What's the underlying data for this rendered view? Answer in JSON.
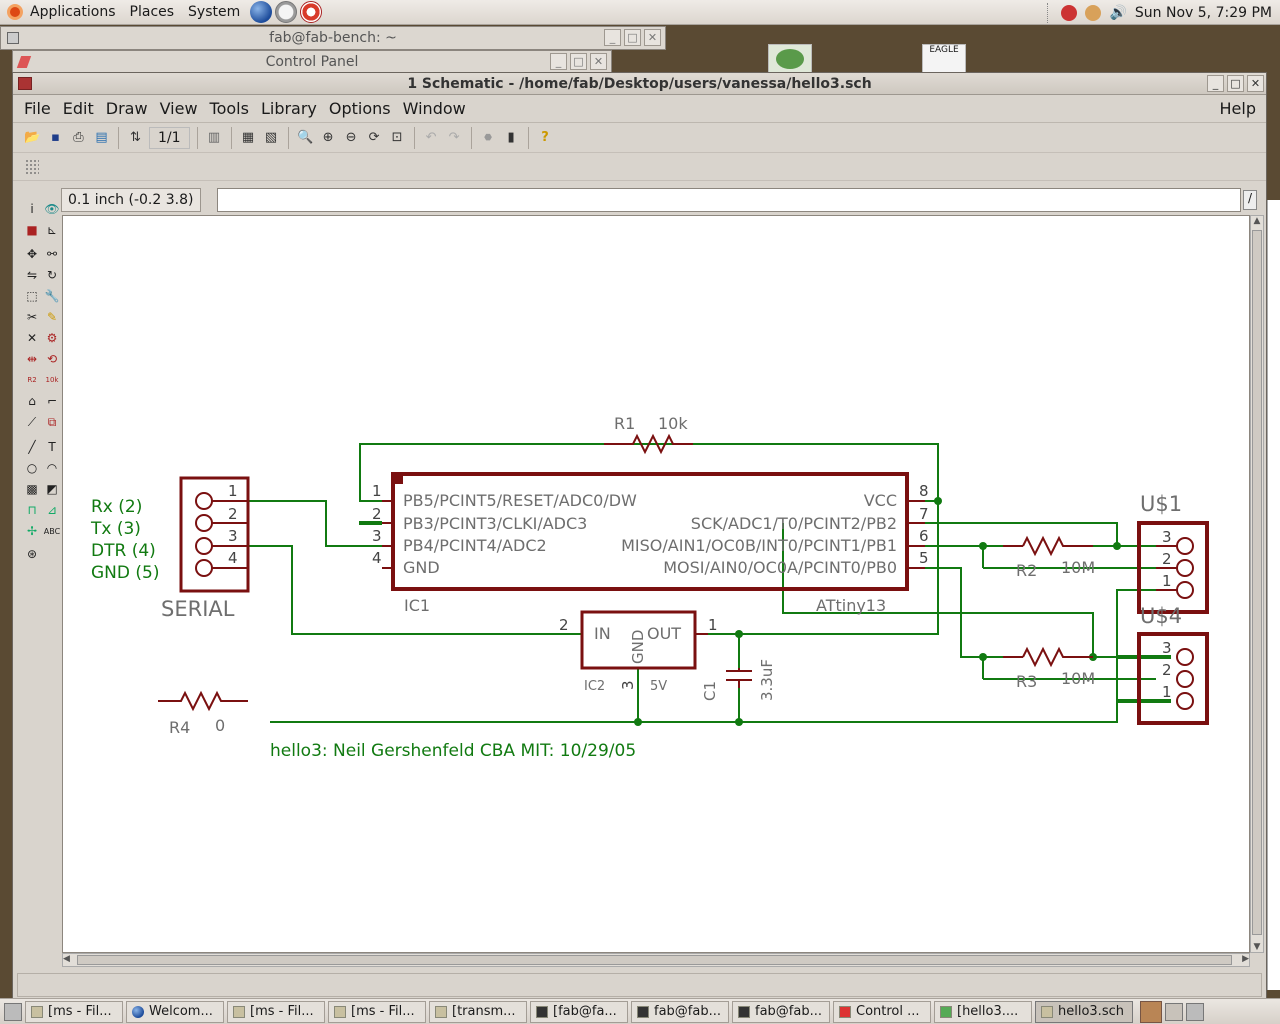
{
  "top_panel": {
    "menus": [
      "Applications",
      "Places",
      "System"
    ],
    "clock": "Sun Nov  5,  7:29 PM"
  },
  "background_windows": {
    "terminal_title": "fab@fab-bench: ~",
    "control_panel_title": "Control Panel",
    "eagle_icon_label": "EAGLE"
  },
  "window": {
    "title": "1 Schematic - /home/fab/Desktop/users/vanessa/hello3.sch",
    "menu": [
      "File",
      "Edit",
      "Draw",
      "View",
      "Tools",
      "Library",
      "Options",
      "Window"
    ],
    "help": "Help",
    "page": "1/1",
    "coordinate": "0.1 inch (-0.2 3.8)"
  },
  "schematic": {
    "serial_connector": {
      "name": "SERIAL",
      "pins": [
        "1",
        "2",
        "3",
        "4"
      ],
      "labels": [
        "Rx (2)",
        "Tx (3)",
        "DTR (4)",
        "GND (5)"
      ]
    },
    "ic1": {
      "name": "IC1",
      "value": "ATtiny13",
      "left_pins": [
        {
          "num": "1",
          "label": "PB5/PCINT5/RESET/ADC0/DW"
        },
        {
          "num": "2",
          "label": "PB3/PCINT3/CLKI/ADC3"
        },
        {
          "num": "3",
          "label": "PB4/PCINT4/ADC2"
        },
        {
          "num": "4",
          "label": "GND"
        }
      ],
      "right_pins": [
        {
          "num": "8",
          "label": "VCC"
        },
        {
          "num": "7",
          "label": "SCK/ADC1/T0/PCINT2/PB2"
        },
        {
          "num": "6",
          "label": "MISO/AIN1/OC0B/INT0/PCINT1/PB1"
        },
        {
          "num": "5",
          "label": "MOSI/AIN0/OC0A/PCINT0/PB0"
        }
      ]
    },
    "r1": {
      "name": "R1",
      "value": "10k"
    },
    "r2": {
      "name": "R2",
      "value": "10M"
    },
    "r3": {
      "name": "R3",
      "value": "10M"
    },
    "r4": {
      "name": "R4",
      "value": "0"
    },
    "c1": {
      "name": "C1",
      "value": "3.3uF"
    },
    "ic2": {
      "name": "IC2",
      "value": "5V",
      "in": "IN",
      "out": "OUT",
      "gnd": "GND",
      "pin_in": "2",
      "pin_out": "1",
      "pin_gnd": "3"
    },
    "u1": {
      "name": "U$1",
      "pins": [
        "3",
        "2",
        "1"
      ]
    },
    "u4": {
      "name": "U$4",
      "pins": [
        "3",
        "2",
        "1"
      ]
    },
    "note": "hello3: Neil Gershenfeld CBA MIT: 10/29/05"
  },
  "taskbar": {
    "tasks": [
      "[ms - Fil...",
      "Welcom...",
      "[ms - Fil...",
      "[ms - Fil...",
      "[transm...",
      "[fab@fa...",
      "fab@fab...",
      "fab@fab...",
      "Control ...",
      "[hello3....",
      "hello3.sch"
    ]
  },
  "colors": {
    "part_outline": "#7a1010",
    "wire": "#117a11",
    "label_gray": "#6e6e6e",
    "taskbar_bg": "#dcd6cf"
  }
}
